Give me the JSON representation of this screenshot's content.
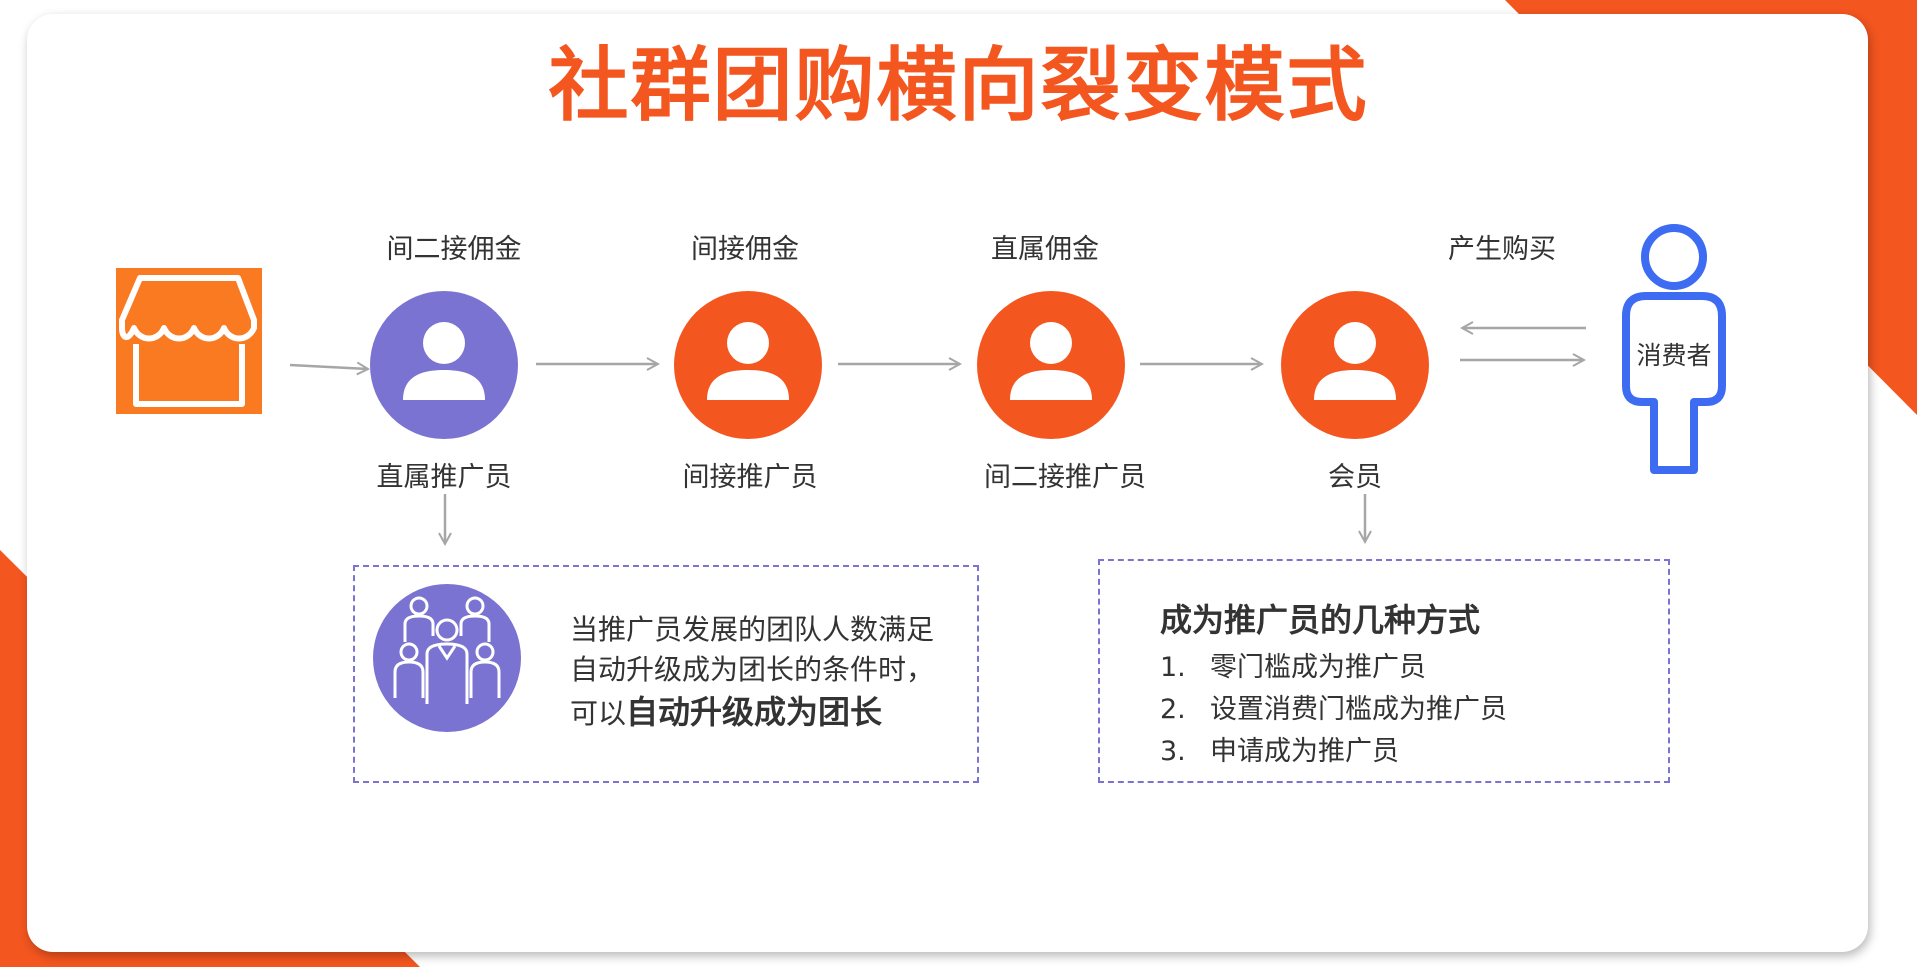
{
  "title": "社群团购横向裂变模式",
  "colors": {
    "accent": "#f4561f",
    "purple": "#7b73d1",
    "blue": "#3d6bf2",
    "store": "#fa7a22",
    "arrow": "#a6a6a6",
    "text": "#333333"
  },
  "nodes": [
    {
      "commission": "间二接佣金",
      "role": "直属推广员",
      "color": "#7b73d1"
    },
    {
      "commission": "间接佣金",
      "role": "间接推广员",
      "color": "#f4561f"
    },
    {
      "commission": "直属佣金",
      "role": "间二接推广员",
      "color": "#f4561f"
    },
    {
      "commission": "",
      "role": "会员",
      "color": "#f4561f"
    }
  ],
  "purchase_label": "产生购买",
  "consumer_label": "消费者",
  "left_box": {
    "line1": "当推广员发展的团队人数满足",
    "line2": "自动升级成为团长的条件时，",
    "line3_prefix": "可以",
    "line3_bold": "自动升级成为团长"
  },
  "right_box": {
    "heading": "成为推广员的几种方式",
    "items": [
      {
        "num": "1.",
        "text": "零门槛成为推广员"
      },
      {
        "num": "2.",
        "text": "设置消费门槛成为推广员"
      },
      {
        "num": "3.",
        "text": "申请成为推广员"
      }
    ]
  }
}
